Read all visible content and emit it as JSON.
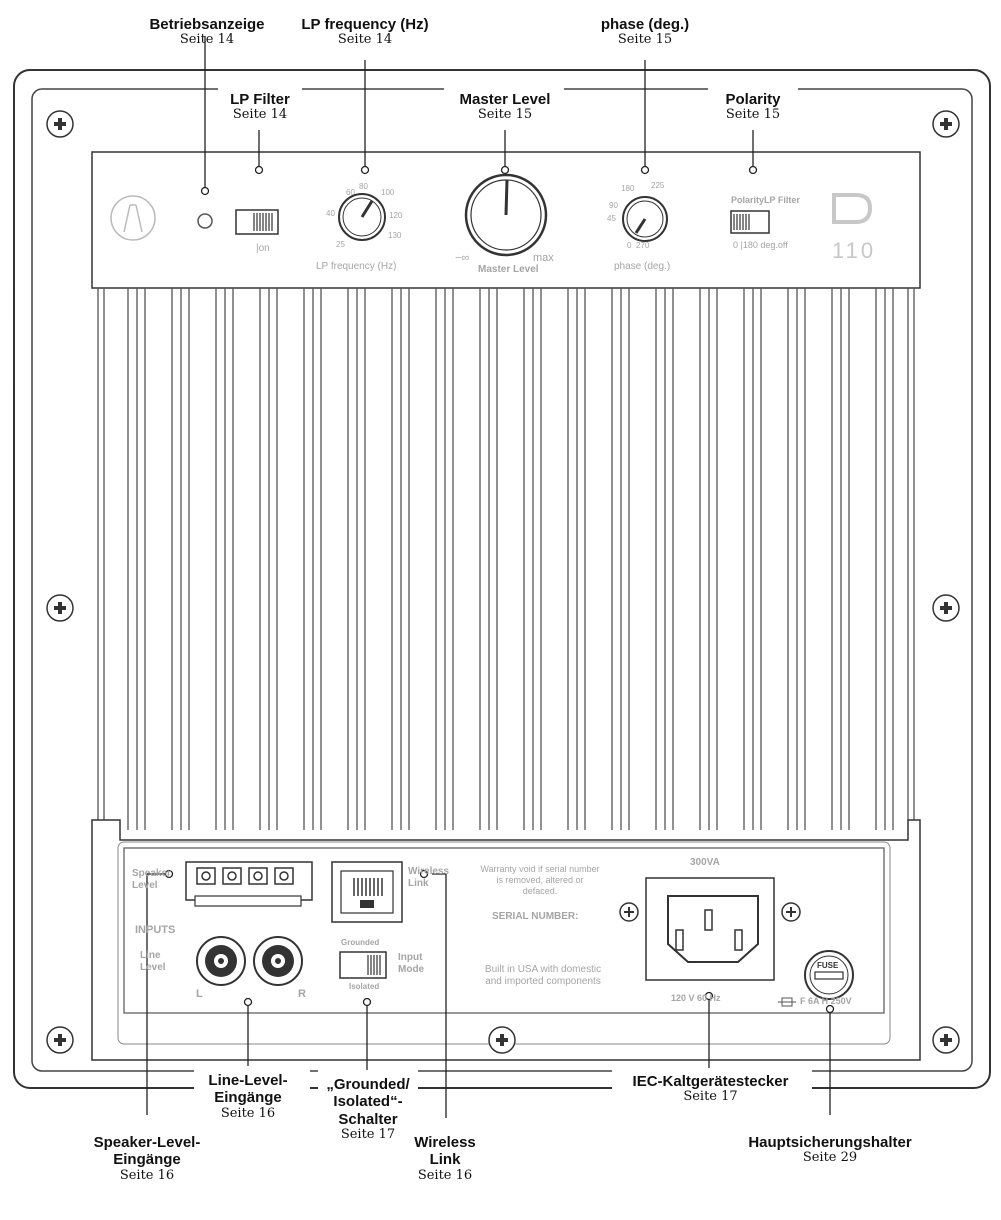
{
  "callouts": {
    "betriebsanzeige": {
      "title": "Betriebsanzeige",
      "page": "Seite 14"
    },
    "lp_frequency": {
      "title": "LP frequency (Hz)",
      "page": "Seite 14"
    },
    "phase": {
      "title": "phase (deg.)",
      "page": "Seite 15"
    },
    "lp_filter": {
      "title": "LP Filter",
      "page": "Seite 14"
    },
    "master_level": {
      "title": "Master Level",
      "page": "Seite 15"
    },
    "polarity": {
      "title": "Polarity",
      "page": "Seite 15"
    },
    "line_level": {
      "title1": "Line-Level-",
      "title2": "Eingänge",
      "page": "Seite 16"
    },
    "grounded": {
      "title1": "„Grounded/",
      "title2": "Isolated“-",
      "title3": "Schalter",
      "page": "Seite 17"
    },
    "iec": {
      "title": "IEC-Kaltgerätestecker",
      "page": "Seite 17"
    },
    "speaker_level": {
      "title1": "Speaker-Level-",
      "title2": "Eingänge",
      "page": "Seite 16"
    },
    "wireless": {
      "title1": "Wireless",
      "title2": "Link",
      "page": "Seite 16"
    },
    "hauptsicherung": {
      "title": "Hauptsicherungshalter",
      "page": "Seite 29"
    }
  },
  "panel": {
    "switch_on": "|on",
    "lpfreq_label": "LP frequency (Hz)",
    "lpfreq_ticks": [
      "60",
      "80",
      "100",
      "40",
      "120",
      "25",
      "130"
    ],
    "master_label": "Master Level",
    "master_min": "−∞",
    "master_max": "max",
    "phase_label": "phase (deg.)",
    "phase_ticks": [
      "180",
      "225",
      "90",
      "45",
      "0",
      "270"
    ],
    "polarity_head": "PolarityLP Filter",
    "polarity_sub": "0 |180 deg.off",
    "model": "110",
    "speaker_level": "Speaker Level",
    "inputs": "INPUTS",
    "line_level": "Line Level",
    "left": "L",
    "right": "R",
    "grounded": "Grounded",
    "isolated": "Isolated",
    "input_mode": "Input Mode",
    "wireless_link": "Wireless Link",
    "warranty": "Warranty void if serial number is removed, altered or defaced.",
    "serial": "SERIAL NUMBER:",
    "built": "Built in USA with domestic and imported components",
    "power": "300VA",
    "voltage": "120 V  60 Hz",
    "fuse_rating": "F 6A H  250V",
    "fuse_text": "FUSE"
  }
}
